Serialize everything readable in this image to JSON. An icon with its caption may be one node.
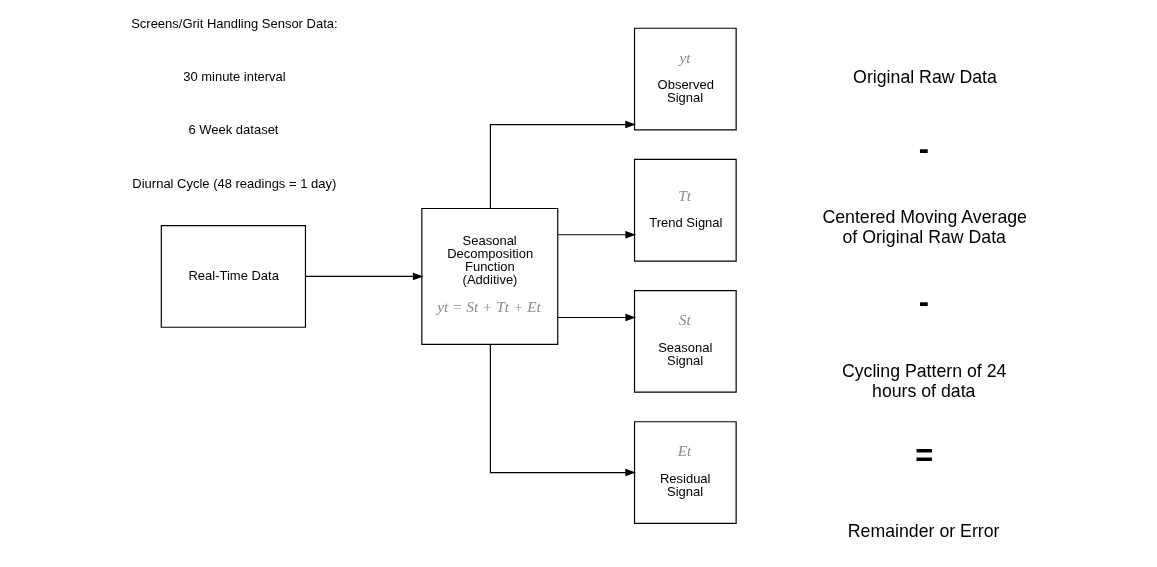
{
  "diagram": {
    "nodes": [
      {
        "text": [
          "Real-Time Data"
        ]
      },
      {
        "text": [
          "Seasonal Decomposition Function (Additive)",
          "yt = St + Tt + Et"
        ]
      },
      {
        "text": [
          "yt",
          "Observed Signal"
        ]
      },
      {
        "text": [
          "Tt",
          "Trend Signal"
        ]
      },
      {
        "text": [
          "St",
          "Seasonal Signal"
        ]
      },
      {
        "text": [
          "Et",
          "Residual Signal"
        ]
      }
    ],
    "edges": [
      {
        "from": 0,
        "to": 1,
        "arrow": "to"
      },
      {
        "from": 1,
        "to": 2,
        "arrow": "to"
      },
      {
        "from": 1,
        "to": 3,
        "arrow": "to"
      },
      {
        "from": 1,
        "to": 4,
        "arrow": "to"
      },
      {
        "from": 1,
        "to": 5,
        "arrow": "to"
      }
    ],
    "labels": [
      "Screens/Grit Handling Sensor Data:",
      "30 minute interval",
      "6 Week dataset",
      "Diurnal Cycle (48 readings = 1 day)",
      "Original Raw Data",
      "-",
      "Centered Moving Average of Original Raw Data",
      "-",
      "Cycling Pattern of 24 hours of data",
      "=",
      "Remainder or Error"
    ]
  }
}
